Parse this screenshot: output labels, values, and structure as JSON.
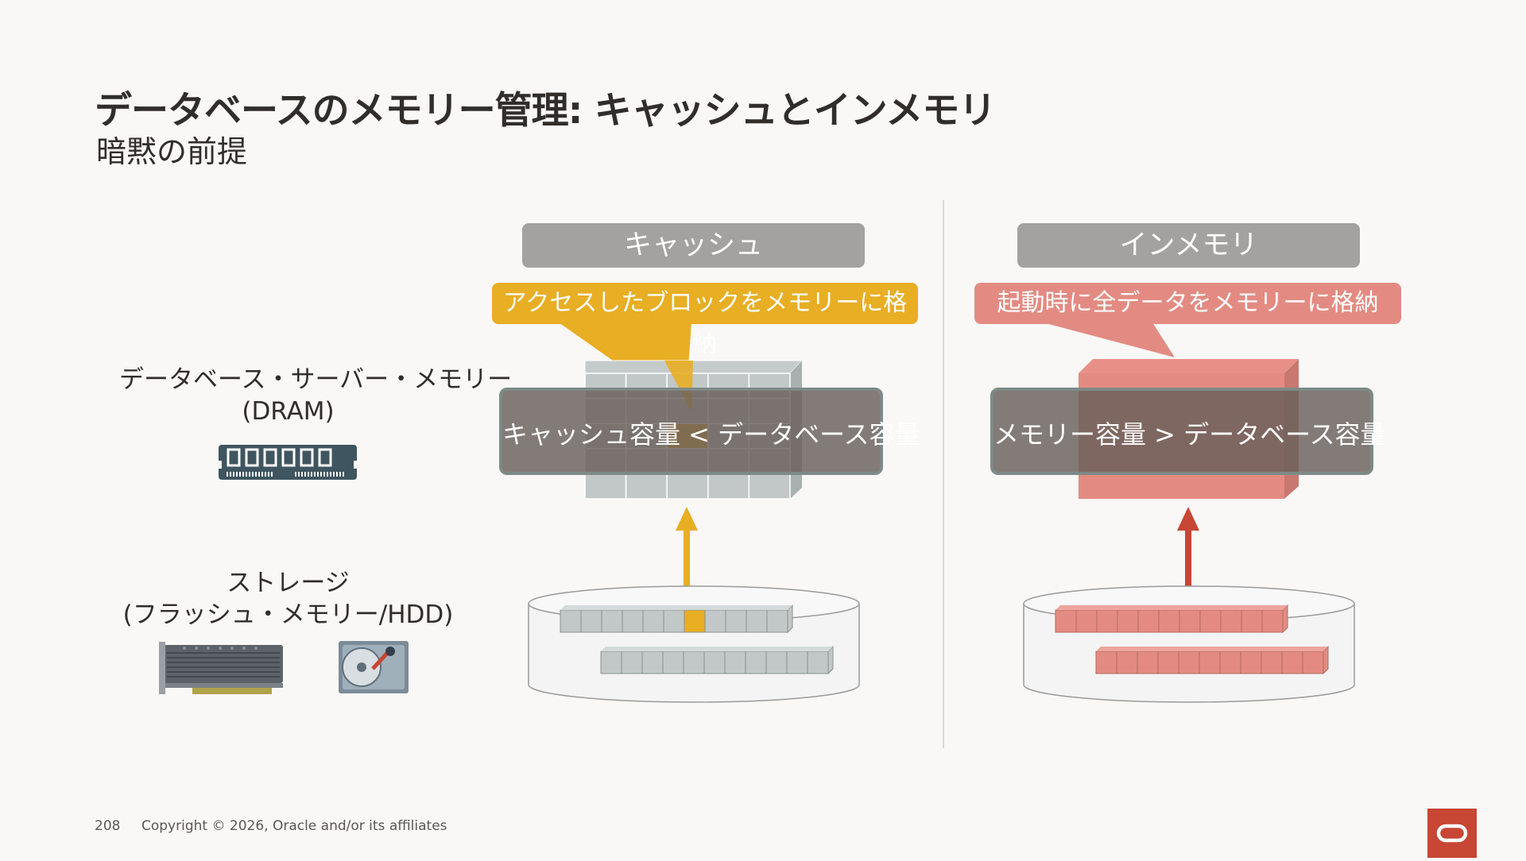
{
  "slide": {
    "title": "データベースのメモリー管理: キャッシュとインメモリ",
    "subtitle": "暗黙の前提"
  },
  "left_labels": {
    "memory_line1": "データベース・サーバー・メモリー",
    "memory_line2": "(DRAM)",
    "storage_line1": "ストレージ",
    "storage_line2": "(フラッシュ・メモリー/HDD)"
  },
  "cache_panel": {
    "header": "キャッシュ",
    "callout": "アクセスしたブロックをメモリーに格納",
    "overlay_text": "キャッシュ容量 < データベース容量"
  },
  "inmemory_panel": {
    "header": "インメモリ",
    "callout": "起動時に全データをメモリーに格納",
    "overlay_text": "メモリー容量 > データベース容量"
  },
  "footer": {
    "page_number": "208",
    "copyright": "Copyright © 2026, Oracle and/or its affiliates"
  },
  "colors": {
    "accent_yellow": "#e8ae24",
    "accent_red": "#c74634",
    "accent_salmon": "#e38b82",
    "header_gray": "#a3a2a0"
  }
}
